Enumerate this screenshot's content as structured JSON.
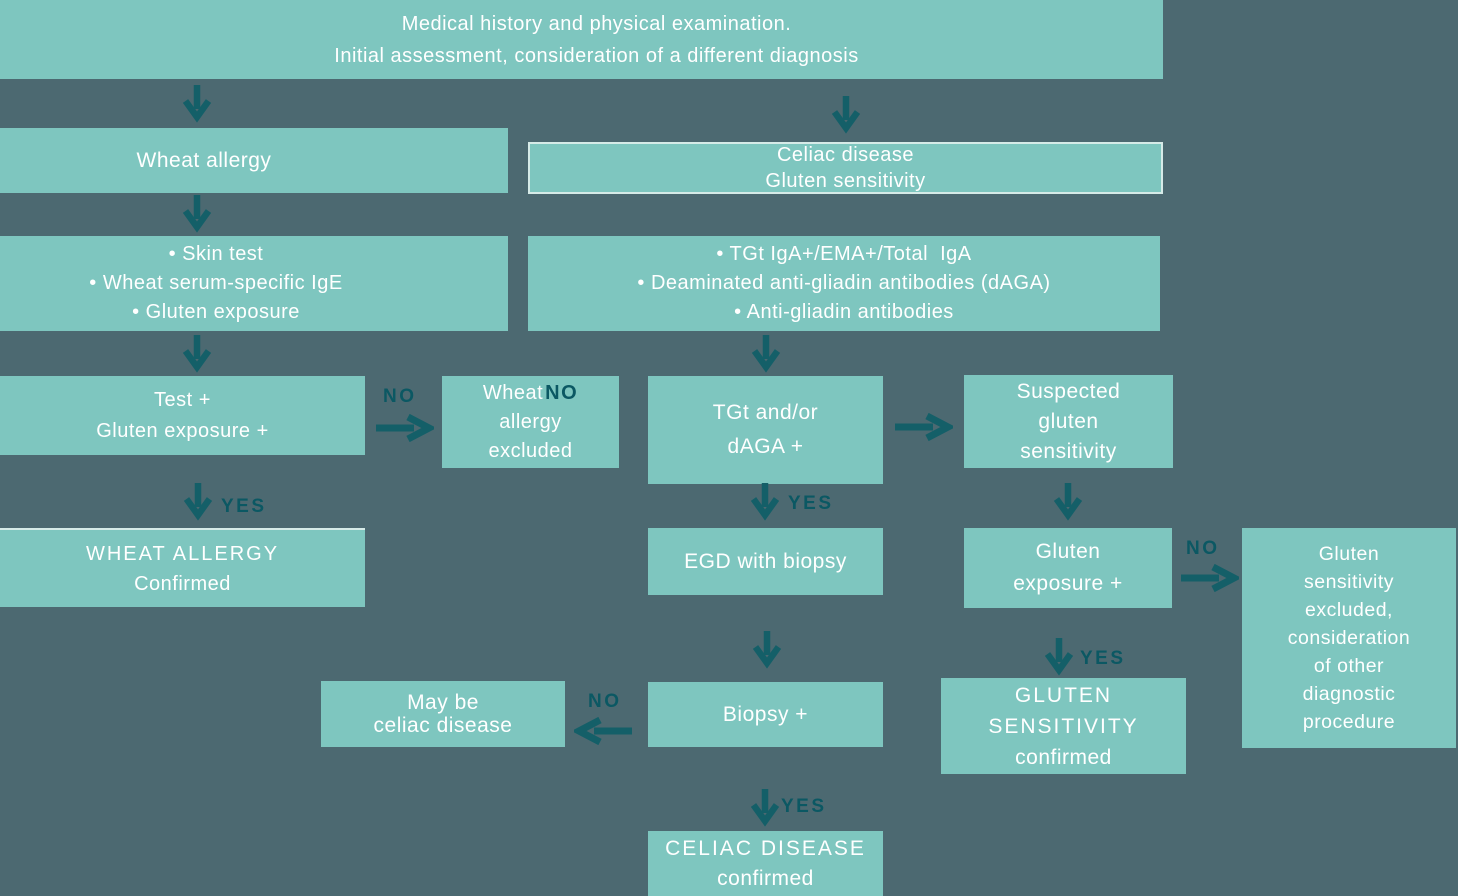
{
  "palette": {
    "background": "#4c6971",
    "box_fill": "#7ec6bf",
    "box_text": "#ffffff",
    "arrow": "#145f68",
    "decision_label": "#0b5863",
    "box_border_light": "#d6ebe8"
  },
  "nodes": {
    "assessment": {
      "lines": [
        "Medical history and physical examination.",
        "Initial assessment, consideration of a different diagnosis"
      ]
    },
    "wheat_allergy": {
      "lines": [
        "Wheat allergy"
      ]
    },
    "celiac_gluten": {
      "lines": [
        "Celiac disease",
        "Gluten sensitivity"
      ]
    },
    "wheat_tests": {
      "lines": [
        "• Skin test",
        "• Wheat serum-specific IgE",
        "• Gluten exposure"
      ]
    },
    "celiac_tests": {
      "lines": [
        "• TGt IgA+/EMA+/Total  IgA",
        "• Deaminated anti-gliadin antibodies (dAGA)",
        "• Anti-gliadin antibodies"
      ]
    },
    "test_positive": {
      "lines": [
        "Test +",
        "Gluten exposure +"
      ]
    },
    "wheat_excluded": {
      "line1": "Wheat",
      "overlap_label": "NO",
      "rest": [
        "allergy",
        "excluded"
      ]
    },
    "tgt_daga": {
      "lines": [
        "TGt and/or",
        "dAGA +"
      ]
    },
    "suspected_gs": {
      "lines": [
        "Suspected",
        "gluten",
        "sensitivity"
      ]
    },
    "wheat_confirmed": {
      "lines": [
        "WHEAT ALLERGY",
        "Confirmed"
      ]
    },
    "egd": {
      "lines": [
        "EGD with biopsy"
      ]
    },
    "gluten_exposure": {
      "lines": [
        "Gluten",
        "exposure +"
      ]
    },
    "gs_excluded": {
      "lines": [
        "Gluten",
        "sensitivity",
        "excluded,",
        "consideration",
        "of other",
        "diagnostic",
        "procedure"
      ]
    },
    "maybe_celiac": {
      "lines": [
        "May be",
        "celiac disease"
      ]
    },
    "biopsy": {
      "lines": [
        "Biopsy +"
      ]
    },
    "gs_confirmed": {
      "lines": [
        "GLUTEN",
        "SENSITIVITY",
        "confirmed"
      ]
    },
    "celiac_confirmed": {
      "lines": [
        "CELIAC DISEASE",
        "confirmed"
      ]
    }
  },
  "decision_labels": {
    "no_wheat": "NO",
    "yes_wheat": "YES",
    "yes_egd": "YES",
    "no_gs": "NO",
    "yes_gs": "YES",
    "no_biopsy": "NO",
    "yes_celiac": "YES"
  }
}
